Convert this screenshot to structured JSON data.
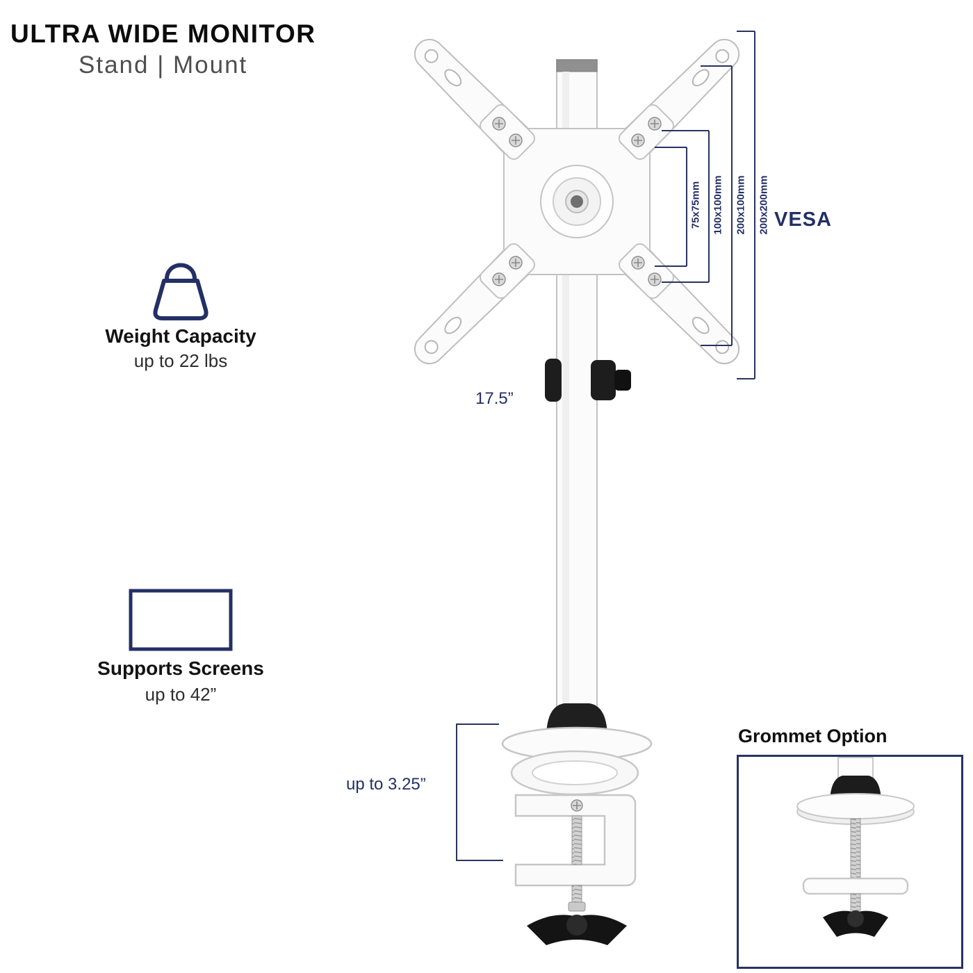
{
  "header": {
    "title": "ULTRA WIDE MONITOR",
    "subtitle": "Stand | Mount"
  },
  "features": {
    "weight": {
      "label": "Weight Capacity",
      "value": "up to 22 lbs"
    },
    "screens": {
      "label": "Supports Screens",
      "value": "up to 42”"
    }
  },
  "annotations": {
    "vesa_label": "VESA",
    "vesa_sizes": [
      "75x75mm",
      "100x100mm",
      "200x100mm",
      "200x200mm"
    ],
    "pole_height": "17.5”",
    "clamp_capacity": "up to 3.25”"
  },
  "grommet": {
    "title": "Grommet Option"
  },
  "colors": {
    "accent_navy": "#233065",
    "text_black": "#0c0c0c",
    "text_gray": "#4e4e4e",
    "mount_white": "#fbfbfb",
    "hardware_black": "#161616"
  }
}
